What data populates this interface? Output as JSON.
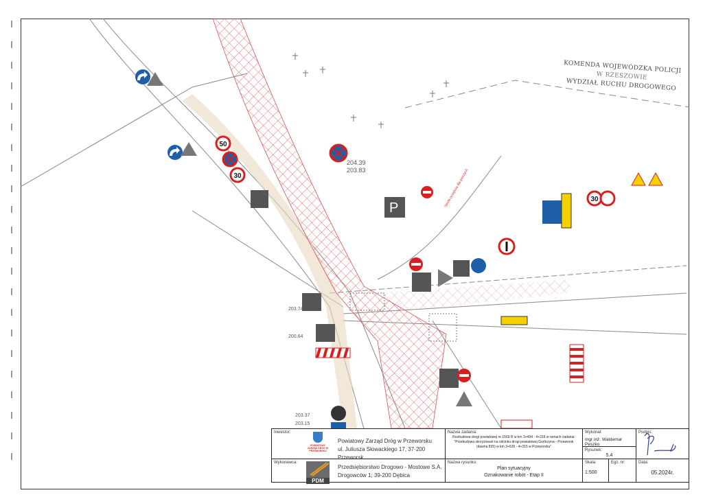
{
  "stamp": {
    "line1": "KOMENDA WOJEWÓDZKA POLICJI",
    "line2": "W RZESZOWIE",
    "line3": "WYDZIAŁ RUCHU DROGOWEGO"
  },
  "map": {
    "elevations": [
      "204.39",
      "203.83",
      "203.74",
      "200.64",
      "203.37",
      "203.15"
    ],
    "speed_signs": [
      "50",
      "30",
      "30"
    ],
    "warning_text": "Strefa przejścia dla pieszych",
    "colors": {
      "hatch": "#e05050",
      "sign_blue": "#1e5fa8",
      "sign_red": "#d81e1e",
      "sign_yellow": "#f5d000",
      "gray_sign": "#555555"
    }
  },
  "title_block": {
    "investor_label": "Inwestor:",
    "investor_logo_text": "POWIATOWY ZARZĄD DRÓG W PRZEWORSKU",
    "investor_name": "Powiatowy Zarząd Dróg w Przeworsku",
    "investor_address": "ul. Juliusza Słowackiego 17, 37-200 Przeworsk",
    "contractor_label": "Wykonawca:",
    "contractor_logo_text": "PDM",
    "contractor_name": "Przedsiębiorstwo Drogowo - Mostowe S.A.",
    "contractor_address": "Drogowców 1; 39-200 Dębica",
    "task_label": "Nazwa zadania:",
    "task_line1": "Rozbudowa drogi powiatowej nr 1569 R w km 3+494 - 4+318 w ramach zadania:",
    "task_line2": "\"Przebudowa skrzyżowań na odcinku drogi powiatowej Gorliczyna - Przeworsk (dawna 835) w km 3+635 - 4+315 w Przeworsku\"",
    "drawing_label": "Nazwa rysunku:",
    "drawing_line1": "Plan sytuacyjny",
    "drawing_line2": "Oznakowanie robót - Etap II",
    "author_label": "Wykonał:",
    "author_name": "mgr inż. Waldemar Peszko",
    "sheet_label": "Rysunek:",
    "sheet_value": "5.4",
    "scale_label": "Skala:",
    "scale_value": "1:500",
    "copy_label": "Egz. nr:",
    "copy_value": "",
    "signature_label": "Podpis:",
    "date_label": "Data:",
    "date_value": "05.2024r."
  }
}
